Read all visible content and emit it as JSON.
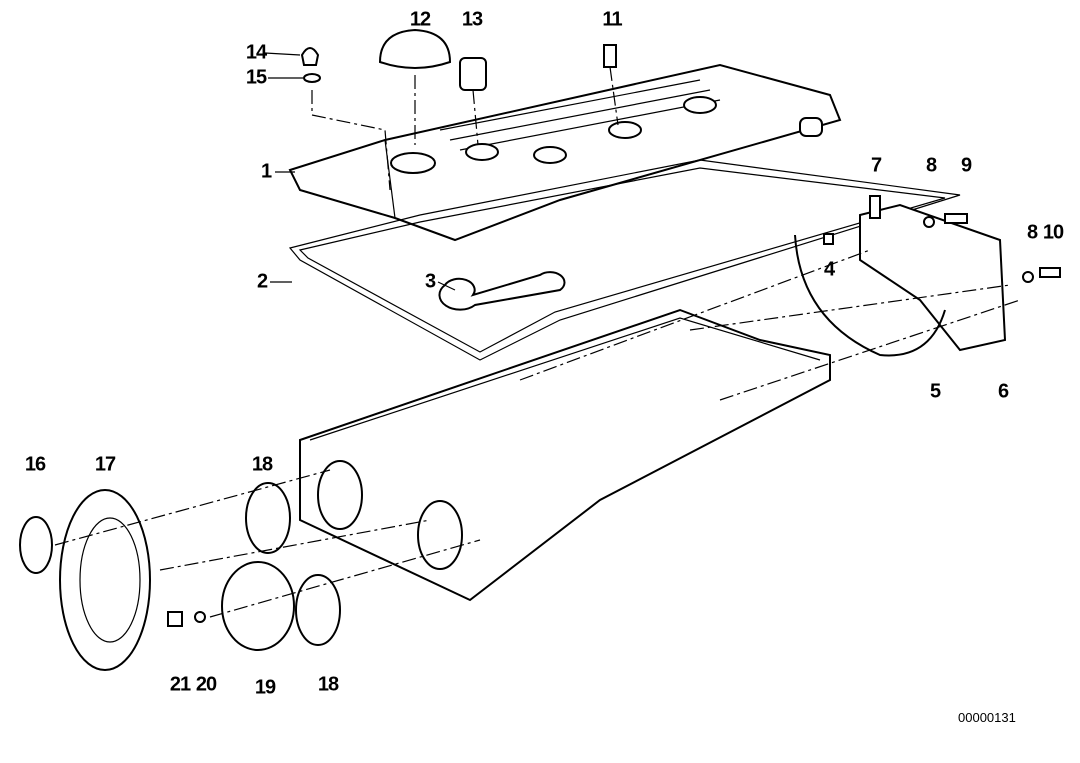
{
  "diagram": {
    "labels": [
      {
        "id": "12",
        "text": "12"
      },
      {
        "id": "13",
        "text": "13"
      },
      {
        "id": "11",
        "text": "11"
      },
      {
        "id": "14",
        "text": "14"
      },
      {
        "id": "15",
        "text": "15"
      },
      {
        "id": "1",
        "text": "1"
      },
      {
        "id": "7",
        "text": "7"
      },
      {
        "id": "8a",
        "text": "8"
      },
      {
        "id": "9",
        "text": "9"
      },
      {
        "id": "8b",
        "text": "8"
      },
      {
        "id": "10",
        "text": "10"
      },
      {
        "id": "2",
        "text": "2"
      },
      {
        "id": "3",
        "text": "3"
      },
      {
        "id": "4",
        "text": "4"
      },
      {
        "id": "5",
        "text": "5"
      },
      {
        "id": "6",
        "text": "6"
      },
      {
        "id": "16",
        "text": "16"
      },
      {
        "id": "17",
        "text": "17"
      },
      {
        "id": "18a",
        "text": "18"
      },
      {
        "id": "21",
        "text": "21"
      },
      {
        "id": "20",
        "text": "20"
      },
      {
        "id": "19",
        "text": "19"
      },
      {
        "id": "18b",
        "text": "18"
      }
    ],
    "code": "00000131"
  }
}
